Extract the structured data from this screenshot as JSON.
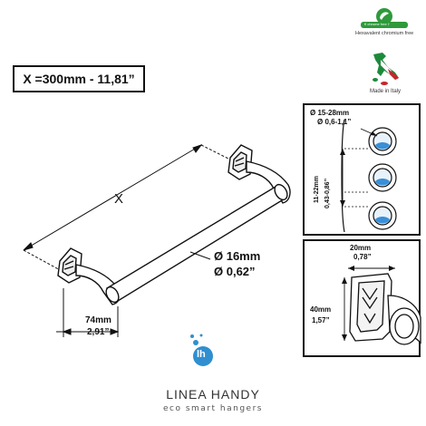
{
  "size_box": {
    "label": "X =300mm - 11,81”"
  },
  "product": {
    "x_label": "X",
    "diameter_mm": "Ø 16mm",
    "diameter_in": "Ø 0,62”",
    "depth_mm": "74mm",
    "depth_in": "2,91”"
  },
  "badges": {
    "eco_label": "€ chrome free †",
    "chrome_text": "Hexavalent chromium free",
    "made_in": "Made in Italy"
  },
  "panel_top": {
    "tube_range_mm": "Ø 15-28mm",
    "tube_range_in": "Ø 0,6-1,1”",
    "gap_mm": "11-22mm",
    "gap_in": "0,43-0,86”"
  },
  "panel_bottom": {
    "width_mm": "20mm",
    "width_in": "0,78”",
    "height_mm": "40mm",
    "height_in": "1,57”"
  },
  "brand": {
    "logo_letters": "lh",
    "name": "LINEA HANDY",
    "tagline": "eco smart hangers"
  },
  "colors": {
    "ink": "#111111",
    "eco_green": "#2e9a3a",
    "water_blue": "#3a8fd6",
    "logo_blue": "#2f8fd0",
    "italy_green": "#1d8a3b",
    "italy_red": "#c8242b"
  }
}
